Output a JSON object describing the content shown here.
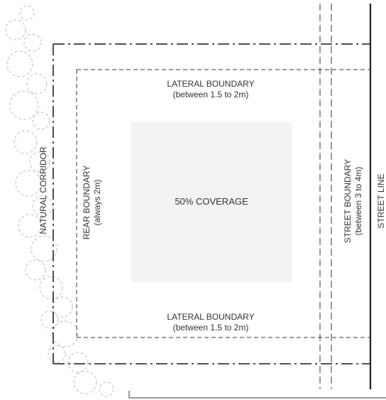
{
  "labels": {
    "top_boundary": "LATERAL BOUNDARY",
    "top_boundary_range": "(between 1.5 to 2m)",
    "bottom_boundary": "LATERAL BOUNDARY",
    "bottom_boundary_range": "(between 1.5 to 2m)",
    "rear_boundary": "REAR BOUNDARY",
    "rear_boundary_note": "(always 2m)",
    "street_boundary": "STREET BOUNDARY",
    "street_boundary_range": "(between 3 to 4m)",
    "street_line": "STREET LINE",
    "natural_corridor": "NATURAL CORRIDOR",
    "coverage": "50% COVERAGE"
  },
  "colors": {
    "line": "#3a3a3a",
    "coverage_fill": "#f3f3f3",
    "tree_outline": "#bdbdbd",
    "text": "#333333"
  }
}
